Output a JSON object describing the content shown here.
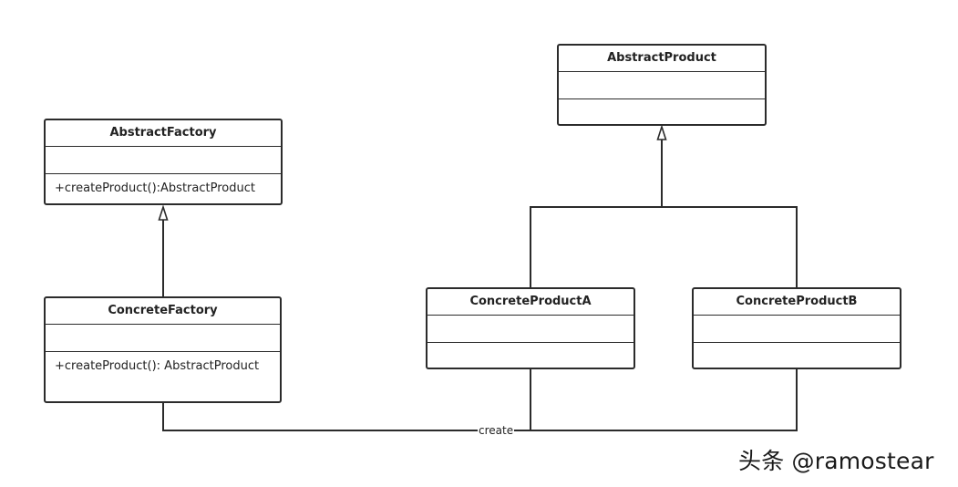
{
  "classes": {
    "abstract_factory": {
      "name": "AbstractFactory",
      "operation": "+createProduct():AbstractProduct"
    },
    "concrete_factory": {
      "name": "ConcreteFactory",
      "operation": "+createProduct(): AbstractProduct"
    },
    "abstract_product": {
      "name": "AbstractProduct"
    },
    "concrete_product_a": {
      "name": "ConcreteProductA"
    },
    "concrete_product_b": {
      "name": "ConcreteProductB"
    }
  },
  "edges": {
    "create_label": "create"
  },
  "watermark": "头条 @ramostear"
}
